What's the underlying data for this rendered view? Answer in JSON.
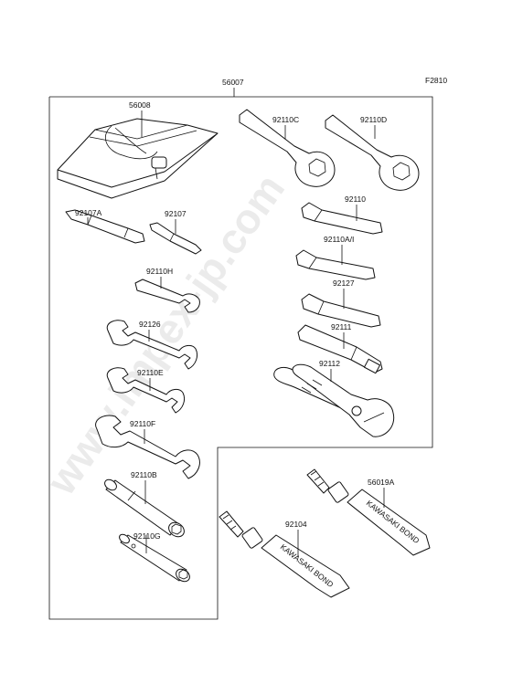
{
  "diagram_code": "F2810",
  "watermark": "www.impex-jp.com",
  "assembly_part": "56007",
  "tube_text": "KAWASAKI BOND",
  "parts": [
    {
      "id": "56008"
    },
    {
      "id": "92110C"
    },
    {
      "id": "92110D"
    },
    {
      "id": "92107A"
    },
    {
      "id": "92107"
    },
    {
      "id": "92110"
    },
    {
      "id": "92110A/I"
    },
    {
      "id": "92110H"
    },
    {
      "id": "92127"
    },
    {
      "id": "92126"
    },
    {
      "id": "92111"
    },
    {
      "id": "92112"
    },
    {
      "id": "92110E"
    },
    {
      "id": "92110F"
    },
    {
      "id": "92110B"
    },
    {
      "id": "56019A"
    },
    {
      "id": "92104"
    },
    {
      "id": "92110G"
    }
  ]
}
